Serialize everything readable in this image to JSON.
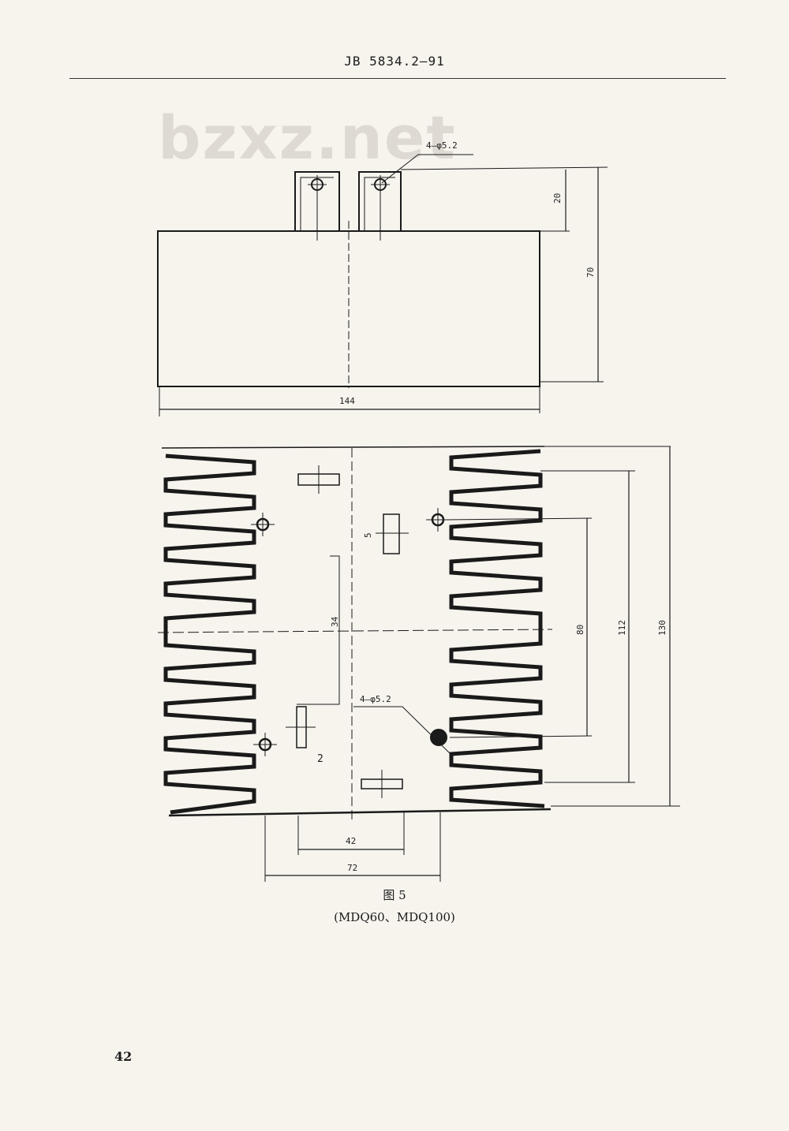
{
  "header": {
    "doc_code": "JB 5834.2—91"
  },
  "watermark": {
    "text": "bzxz.net"
  },
  "top_view": {
    "hole_label": "4—φ5.2",
    "dim_tab_height": "20",
    "dim_height": "70",
    "dim_width": "144"
  },
  "bottom_view": {
    "hole_label": "4—φ5.2",
    "dim_small_5": "5",
    "dim_center_34": "34",
    "dim_2": "2",
    "dim_80": "80",
    "dim_112": "112",
    "dim_130": "130",
    "dim_42": "42",
    "dim_72": "72"
  },
  "caption": {
    "figure": "图 5",
    "models": "(MDQ60、MDQ100)"
  },
  "footer": {
    "page_number": "42"
  }
}
